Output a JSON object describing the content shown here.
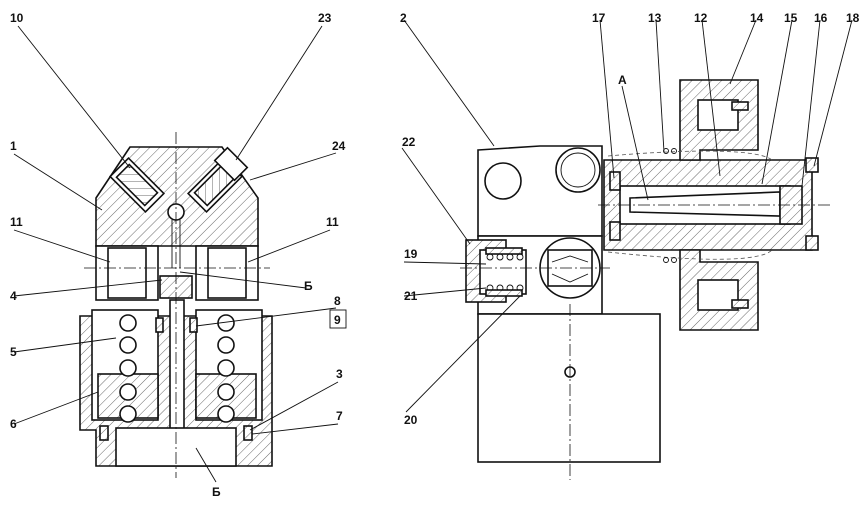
{
  "left_view": {
    "callouts": [
      "10",
      "23",
      "1",
      "24",
      "11",
      "11",
      "4",
      "Б",
      "8",
      "9",
      "5",
      "6",
      "3",
      "7",
      "Б"
    ]
  },
  "right_view": {
    "callouts": [
      "2",
      "17",
      "13",
      "12",
      "14",
      "15",
      "16",
      "18",
      "A",
      "22",
      "19",
      "21",
      "20"
    ]
  }
}
